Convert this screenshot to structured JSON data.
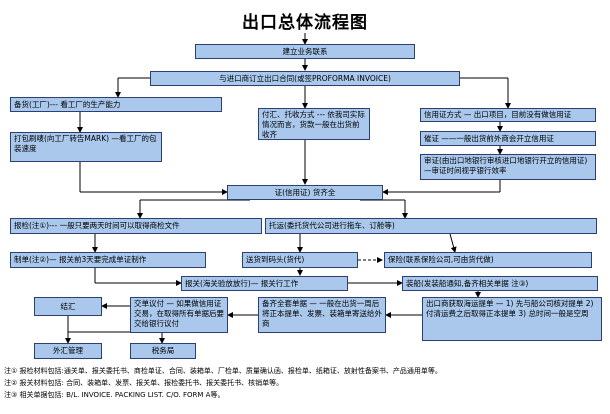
{
  "title": "出口总体流程图",
  "steps": {
    "establish": "建立业务联系",
    "contract": "与进口商订立出口合同(或签PROFORMA INVOICE)",
    "prepare_goods": "备货(工厂)--- 看工厂的生产能力",
    "payment": "付汇、托收方式 --- 依我司实际情况而言，货款一般在出货前收齐",
    "lc_method": "信用证方式 — 出口项目，目前没有做信用证",
    "packing": "打包刷唛(向工厂转告MARK) —看工厂的包装速度",
    "confirm": "催证 ——一般出货前外商会开立信用证",
    "review": "审证(由出口地银行审核进口地银行开立的信用证)—审证时间视乎银行效率",
    "goods_ready": "证(信用证) 货齐全",
    "inspection": "报检(注①)--- 一般只要两天时间可以取得商检文件",
    "consign": "托运(委托货代公司进行拖车、订舱等)",
    "certificate": "制单(注②)— 报关前3天要完成单证制作",
    "shipping_note": "送货到码头(货代)",
    "insurance": "保险(联系保险公司,可由货代做)",
    "declare": "报关(海关验放放行)— 报关行工作",
    "loading": "装船(发装船通知,备齐相关单据 注③)",
    "exchange": "结汇",
    "submit_docs": "交单议付 — 如果做信用证交易，在取得所有单据后要交给银行议付",
    "send_docs": "备齐全套单据 — 一般在出货一周后将正本提单、发票、装箱单寄送给外商",
    "bill_of_lading": "出口商获取海运提单 — 1) 先与船公司核对提单 2) 付清运费之后取得正本提单 3) 总时间一般是空周",
    "fx_mgmt": "外汇管理",
    "tax": "税务局"
  },
  "notes": [
    "注①  报检材料包括:通关单、报关委托书、商检单证、合同、装箱单、厂检单、质量确认函、报检单、纸箱证、放射性备案书、产品通用单等。",
    "注②  报关材料包括: 合同、装箱单、发票、报关单、报检委托书、报关委托书、核销单等。",
    "注③  相关单据包括: B/L. INVOICE. PACKING LIST. C/O. FORM A等。"
  ]
}
